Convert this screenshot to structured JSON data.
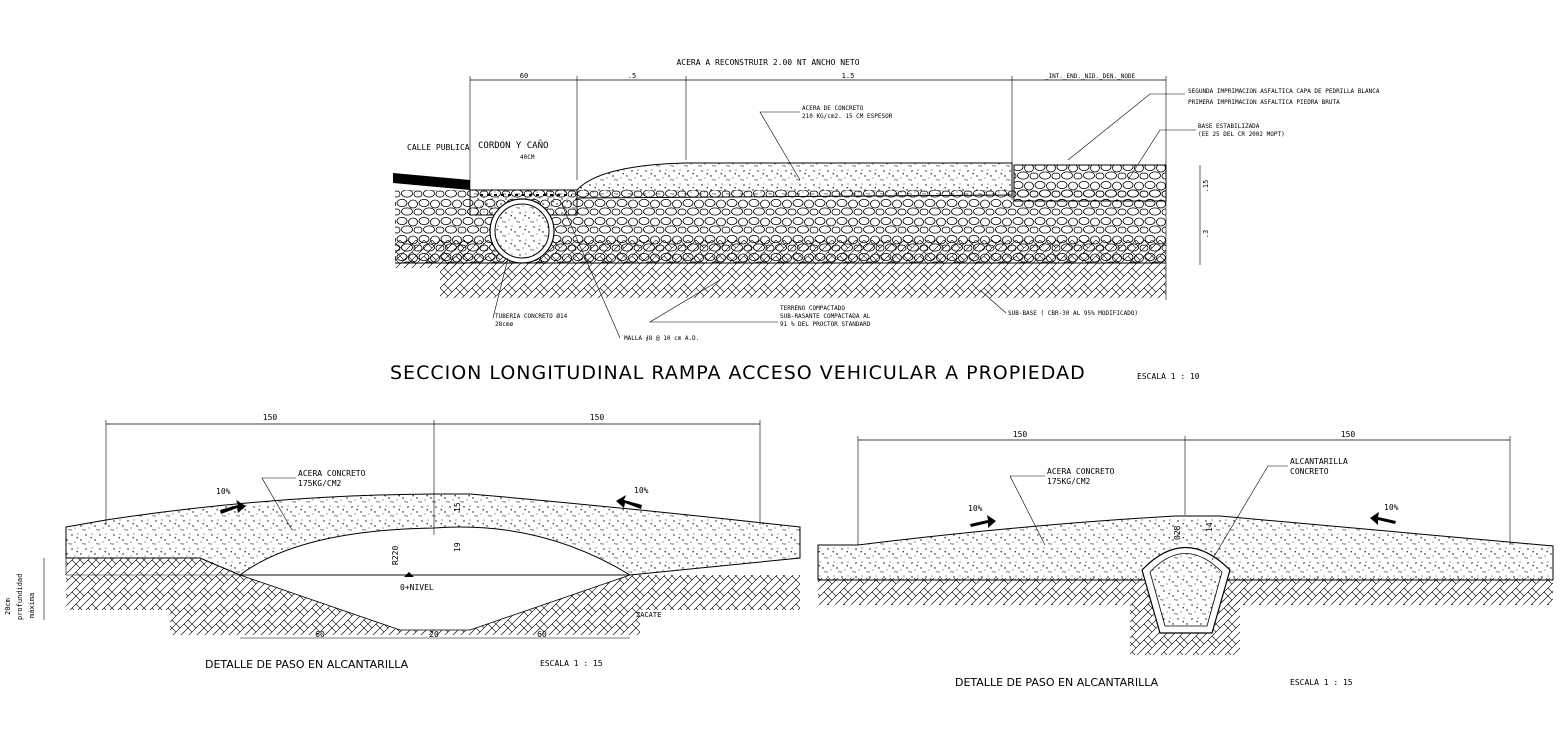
{
  "top_section": {
    "title": "SECCION LONGITUDINAL RAMPA ACCESO VEHICULAR A PROPIEDAD",
    "scale": "ESCALA 1 : 10",
    "header_dim": "ACERA A RECONSTRUIR 2.00 NT ANCHO NETO",
    "dims": {
      "d60": "60",
      "d5": ".5",
      "d15": "1.5",
      "dright": "_INT._END._NID._DEN._NODE",
      "v15": ".15",
      "v3": ".3"
    },
    "labels": {
      "calle_publica": "CALLE PUBLICA",
      "cordon": "CORDON Y CAÑO",
      "cordon_dim": "40CM",
      "acera1": "ACERA DE CONCRETO",
      "acera2": "210 KG/cm2. 15 CM ESPESOR",
      "segunda": "SEGUNDA IMPRIMACION ASFALTICA CAPA DE PEDRILLA BLANCA",
      "primera": "PRIMERA IMPRIMACION ASFALTICA PIEDRA BRUTA",
      "base1": "BASE ESTABILIZADA",
      "base2": "(EE 25 DEL CR 2002 MOPT)",
      "tuberia1": "TUBERIA CONCRETO Ø14",
      "tuberia2": "28cmø",
      "malla": "MALLA ∮8 @ 10 cm A.D.",
      "terreno1": "TERRENO COMPACTADO",
      "terreno2": "SUB-RASANTE COMPACTADA AL",
      "terreno3": "91 % DEL PROCTOR STANDARD",
      "subbase": "SUB-BASE ( CBR-30 AL 95% MODIFICADO)"
    }
  },
  "left_detail": {
    "title": "DETALLE DE PASO EN ALCANTARILLA",
    "scale": "ESCALA 1 : 15",
    "dim_left": "150",
    "dim_right": "150",
    "acera1": "ACERA CONCRETO",
    "acera2": "175KG/CM2",
    "slope_left": "10%",
    "slope_right": "10%",
    "v15": "15",
    "v19": "19",
    "radius": "R220",
    "nivel": "0+NIVEL",
    "prof1": "20cm",
    "prof2": "profundidad",
    "prof3": "máxima",
    "bottom60a": "60",
    "bottom20": "20",
    "bottom60b": "60",
    "zacate": "ZACATE"
  },
  "right_detail": {
    "title": "DETALLE DE PASO EN ALCANTARILLA",
    "scale": "ESCALA 1 : 15",
    "dim_left": "150",
    "dim_right": "150",
    "acera1": "ACERA CONCRETO",
    "acera2": "175KG/CM2",
    "alc1": "ALCANTARILLA",
    "alc2": "CONCRETO",
    "slope_left": "10%",
    "slope_right": "10%",
    "v14": "14",
    "v028": "028"
  }
}
